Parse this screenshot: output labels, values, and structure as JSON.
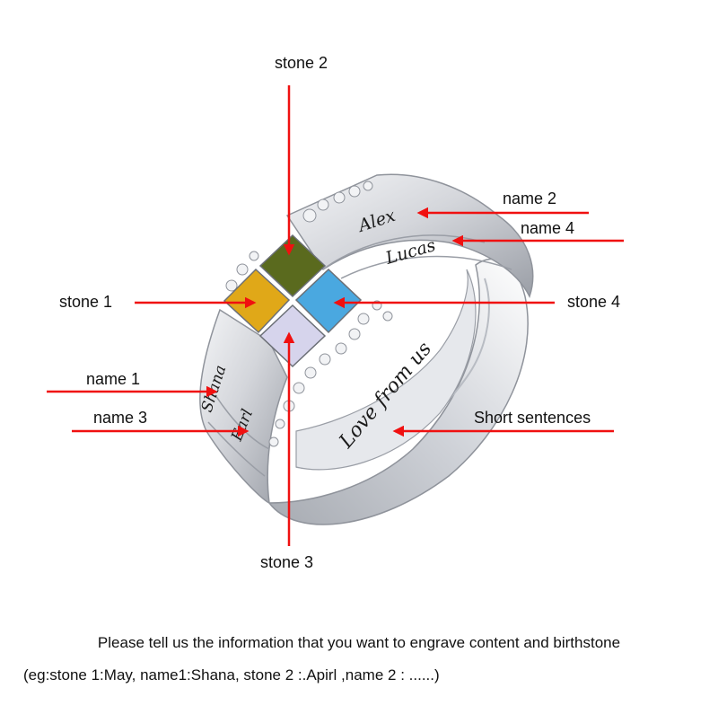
{
  "labels": {
    "stone1": "stone 1",
    "stone2": "stone 2",
    "stone3": "stone 3",
    "stone4": "stone 4",
    "name1": "name 1",
    "name2": "name 2",
    "name3": "name 3",
    "name4": "name 4",
    "short": "Short sentences"
  },
  "engravings": {
    "alex": "Alex",
    "lucas": "Lucas",
    "shana": "Shana",
    "earl": "Earl",
    "sentence": "Love from us"
  },
  "notes": {
    "line1": "Please tell us the information that you want to engrave content and birthstone",
    "line2": "(eg:stone 1:May, name1:Shana, stone 2 :.Apirl ,name 2 : ......)"
  },
  "colors": {
    "arrow": "#f01010",
    "metal": "#d9dbe0",
    "metal_dark": "#8f939b",
    "stone1": "#e0a818",
    "stone2": "#5a6a1e",
    "stone3": "#d6d4ec",
    "stone4": "#4aa8e0"
  }
}
